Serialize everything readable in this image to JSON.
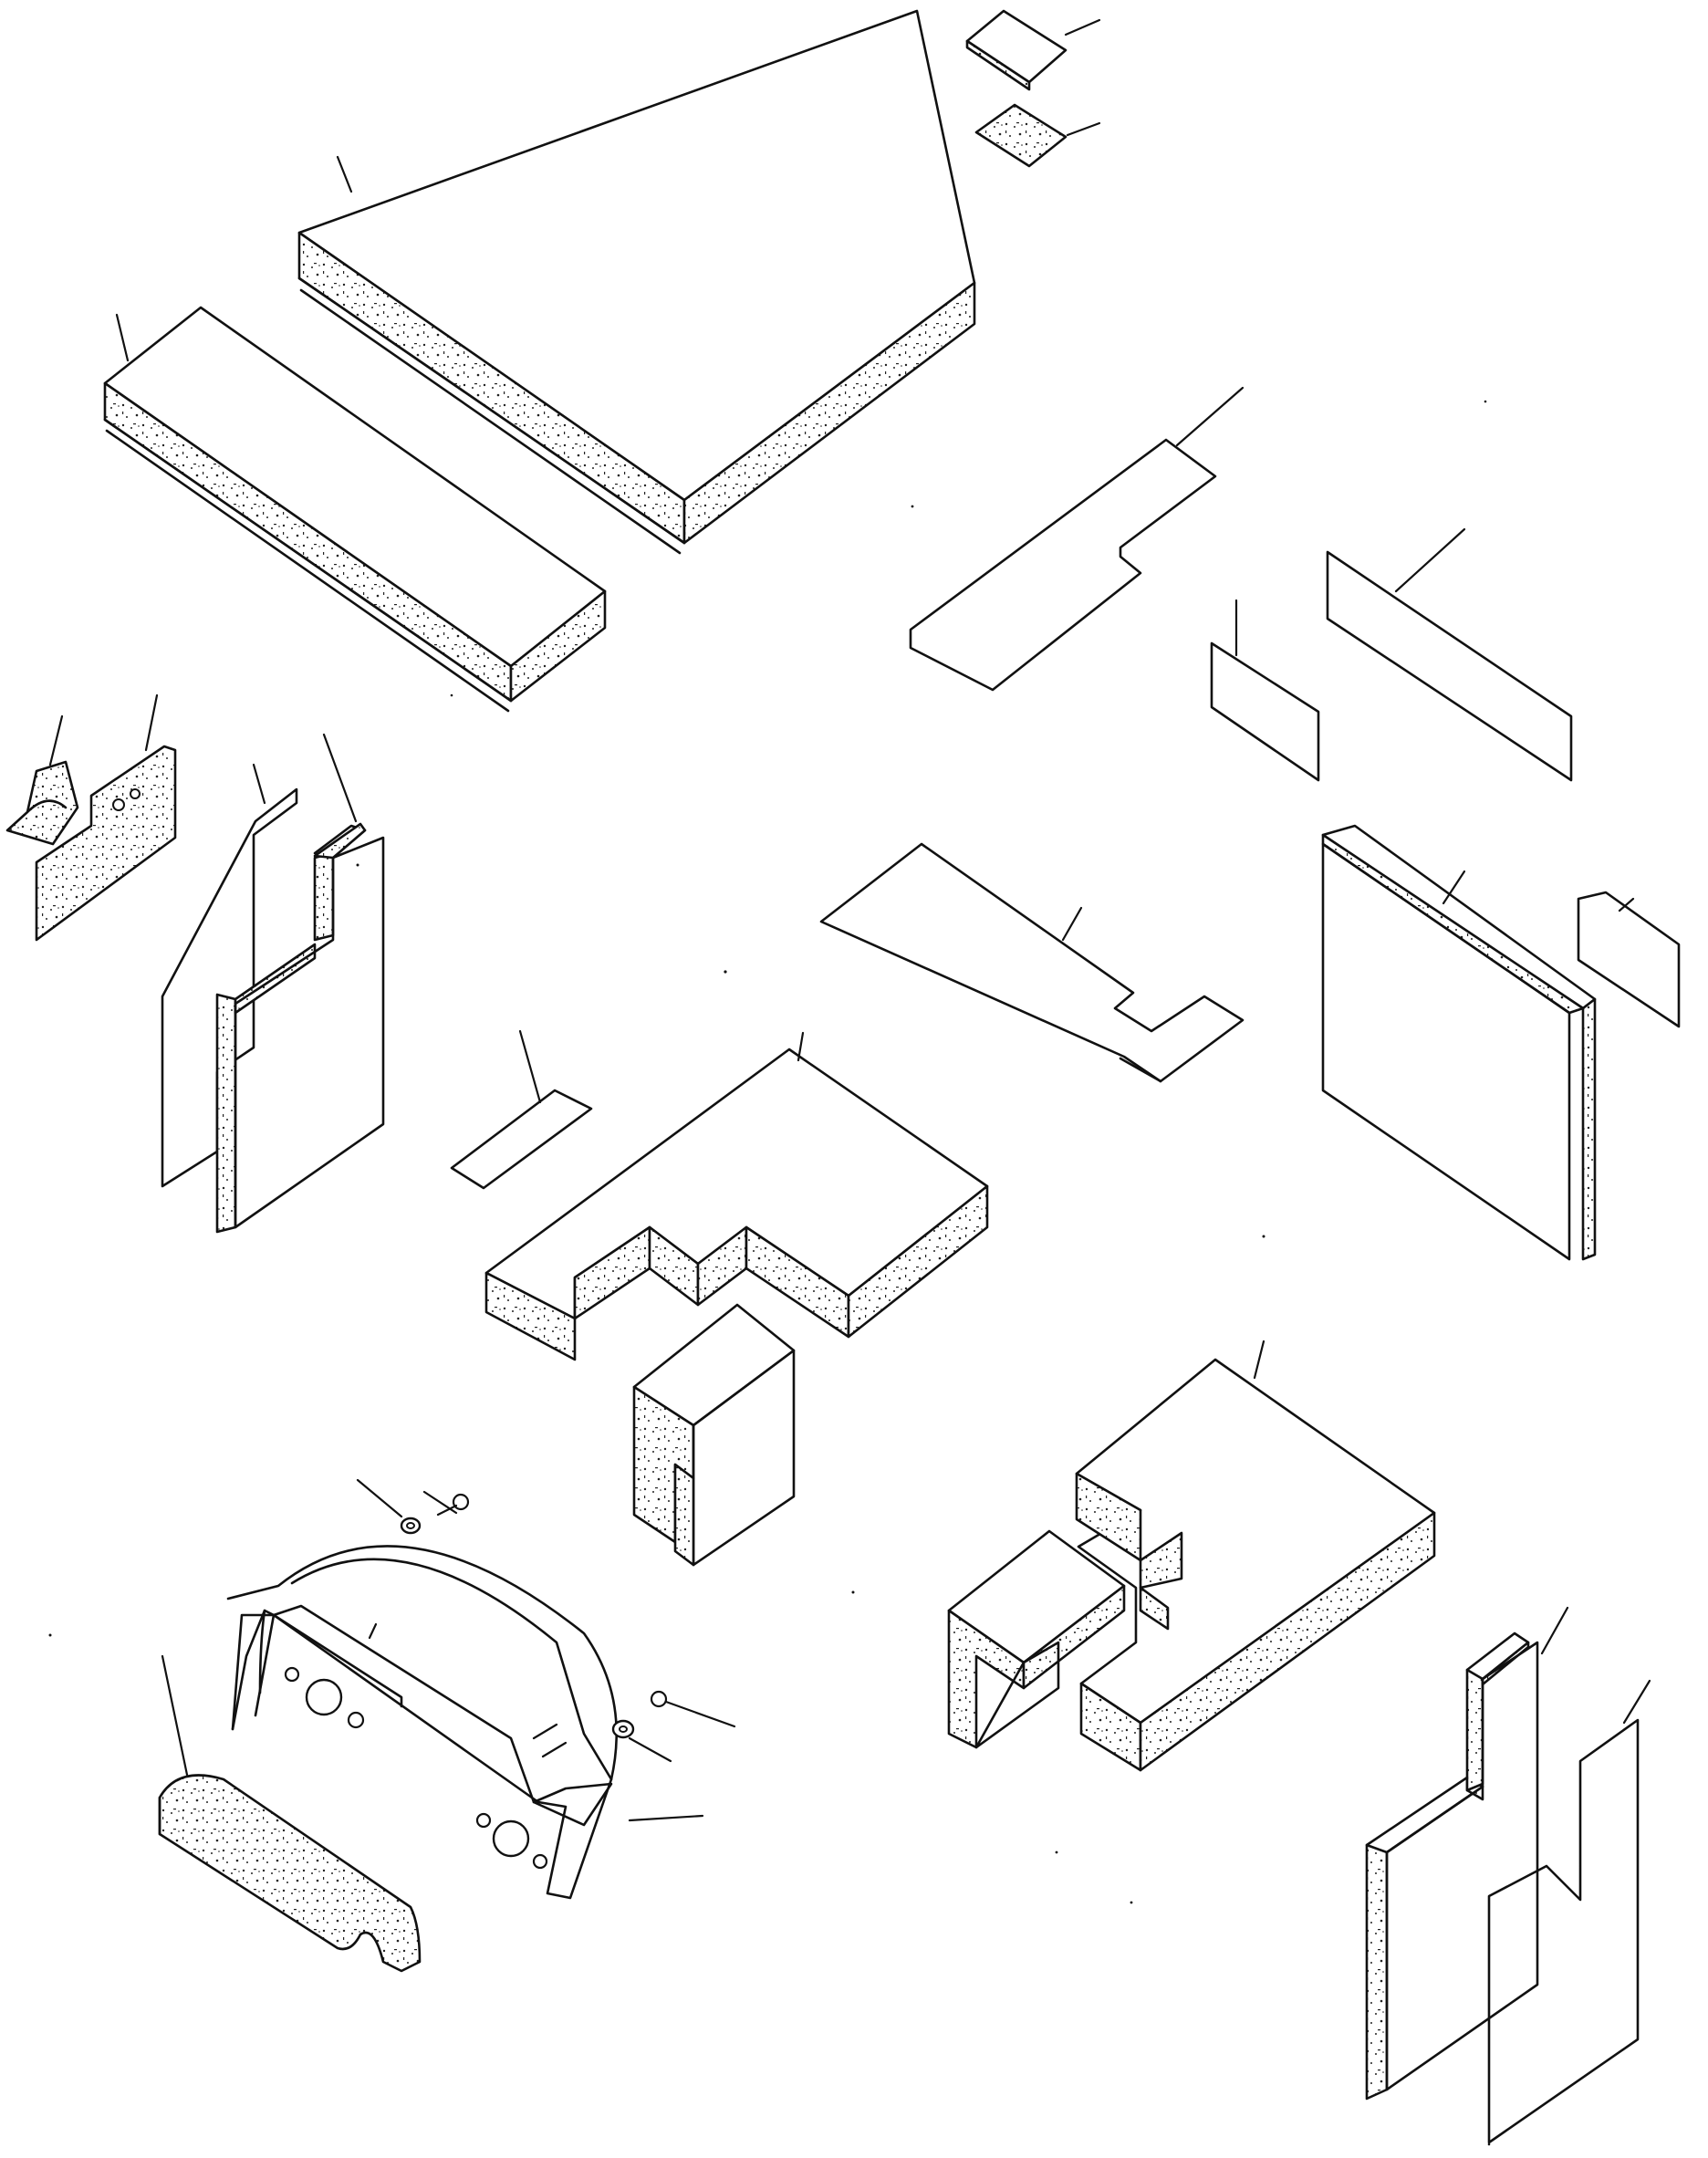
{
  "diagram": {
    "kind": "exploded-parts-illustration",
    "parts": [
      {
        "id": "pad-top-large"
      },
      {
        "id": "pad-top-long"
      },
      {
        "id": "chip-a"
      },
      {
        "id": "chip-b"
      },
      {
        "id": "sheet-l-shape-right"
      },
      {
        "id": "sheet-rect-small"
      },
      {
        "id": "sheet-rect-long"
      },
      {
        "id": "bracket-left-small"
      },
      {
        "id": "plate-left"
      },
      {
        "id": "sheet-left-step"
      },
      {
        "id": "pad-left-step"
      },
      {
        "id": "sheet-center-small"
      },
      {
        "id": "sheet-center-l"
      },
      {
        "id": "panel-right-tall"
      },
      {
        "id": "sheet-right-small"
      },
      {
        "id": "pad-center-stepped"
      },
      {
        "id": "block-center-l"
      },
      {
        "id": "pad-right-stepped"
      },
      {
        "id": "block-right-l"
      },
      {
        "id": "screw-a"
      },
      {
        "id": "washer-a"
      },
      {
        "id": "dashboard-cover"
      },
      {
        "id": "pad-front-curved"
      },
      {
        "id": "screw-b"
      },
      {
        "id": "washer-b"
      },
      {
        "id": "pad-bottom-right-step"
      },
      {
        "id": "sheet-bottom-right"
      }
    ]
  }
}
